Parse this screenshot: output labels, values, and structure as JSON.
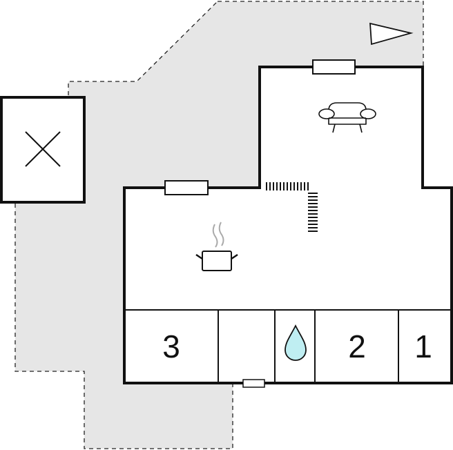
{
  "colors": {
    "terrace": "#e6e6e6",
    "wall": "#111111",
    "water": "#bfeef2",
    "background": "#ffffff"
  },
  "rooms": [
    {
      "id": "room-3",
      "label": "3"
    },
    {
      "id": "room-2",
      "label": "2"
    },
    {
      "id": "room-1",
      "label": "1"
    }
  ],
  "icons": [
    "north-arrow-icon",
    "armchair-icon",
    "cooking-pot-icon",
    "water-drop-icon",
    "parking-cross-icon",
    "staircase-icon",
    "window-icon",
    "door-icon"
  ]
}
